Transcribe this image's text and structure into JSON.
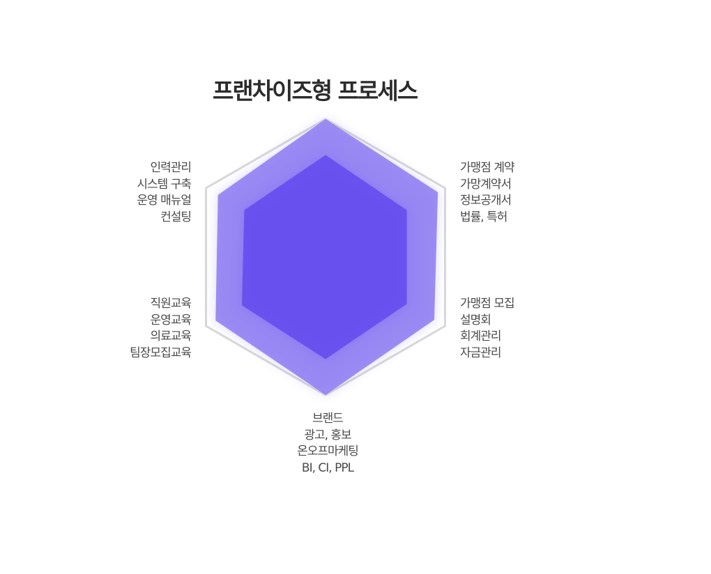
{
  "title": "프랜차이즈형 프로세스",
  "chart_data": {
    "type": "radar",
    "title": "프랜차이즈형 프로세스",
    "axes": [
      {
        "lines": []
      },
      {
        "lines": [
          "가맹점 계약",
          "가망계약서",
          "정보공개서",
          "법률, 특허"
        ]
      },
      {
        "lines": [
          "가맹점 모집",
          "설명회",
          "회계관리",
          "자금관리"
        ]
      },
      {
        "lines": [
          "브랜드",
          "광고, 홍보",
          "온오프마케팅",
          "BI, CI, PPL"
        ]
      },
      {
        "lines": [
          "직원교육",
          "운영교육",
          "의료교육",
          "팀장모집교육"
        ]
      },
      {
        "lines": [
          "인력관리",
          "시스템 구축",
          "운영 매뉴얼",
          "컨설팅"
        ]
      }
    ],
    "range": [
      0,
      100
    ],
    "grid": true,
    "series": [
      {
        "values": [
          100,
          94,
          91,
          100,
          92,
          90
        ],
        "color": "#7b68f0",
        "opacity": 0.72
      },
      {
        "values": [
          74,
          68,
          68,
          74,
          70,
          68
        ],
        "color": "#6048ee",
        "opacity": 0.82
      }
    ]
  }
}
